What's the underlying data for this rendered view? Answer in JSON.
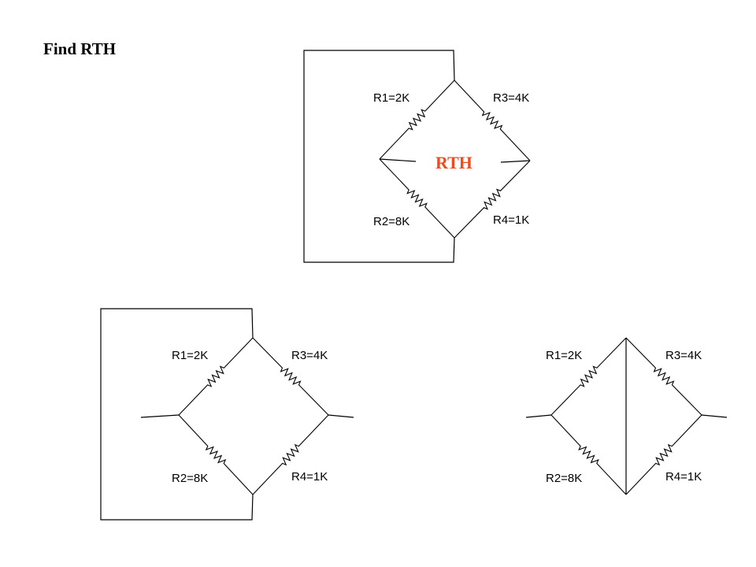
{
  "title": "Find RTH",
  "colors": {
    "accent": "#f04a1e",
    "line": "#000000",
    "background": "#ffffff"
  },
  "circuits": [
    {
      "name": "circuit-top",
      "wrap": true,
      "short_top_bottom": false,
      "rth_label": "RTH",
      "labels": {
        "r1": "R1=2K",
        "r3": "R3=4K",
        "r2": "R2=8K",
        "r4": "R4=1K"
      }
    },
    {
      "name": "circuit-bottom-left",
      "wrap": true,
      "short_top_bottom": false,
      "labels": {
        "r1": "R1=2K",
        "r3": "R3=4K",
        "r2": "R2=8K",
        "r4": "R4=1K"
      }
    },
    {
      "name": "circuit-bottom-right",
      "wrap": false,
      "short_top_bottom": true,
      "labels": {
        "r1": "R1=2K",
        "r3": "R3=4K",
        "r2": "R2=8K",
        "r4": "R4=1K"
      }
    }
  ]
}
